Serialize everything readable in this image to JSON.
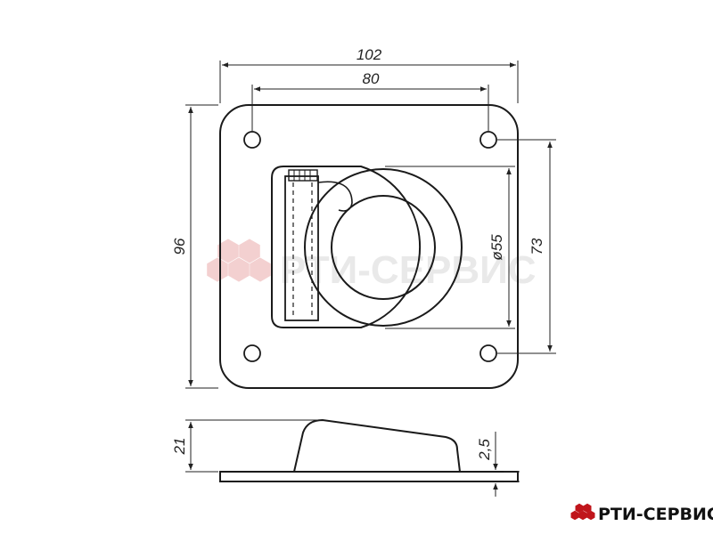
{
  "drawing": {
    "dimensions": {
      "overall_width": "102",
      "hole_spacing_width": "80",
      "overall_height": "96",
      "ring_diameter": "ø55",
      "hole_spacing_height": "73",
      "side_height": "21",
      "plate_thickness": "2,5"
    }
  },
  "watermark": {
    "text": "РТИ-СЕРВИС"
  },
  "brand": {
    "name": "РТИ-СЕРВИС",
    "logo_color": "#c0151b"
  }
}
